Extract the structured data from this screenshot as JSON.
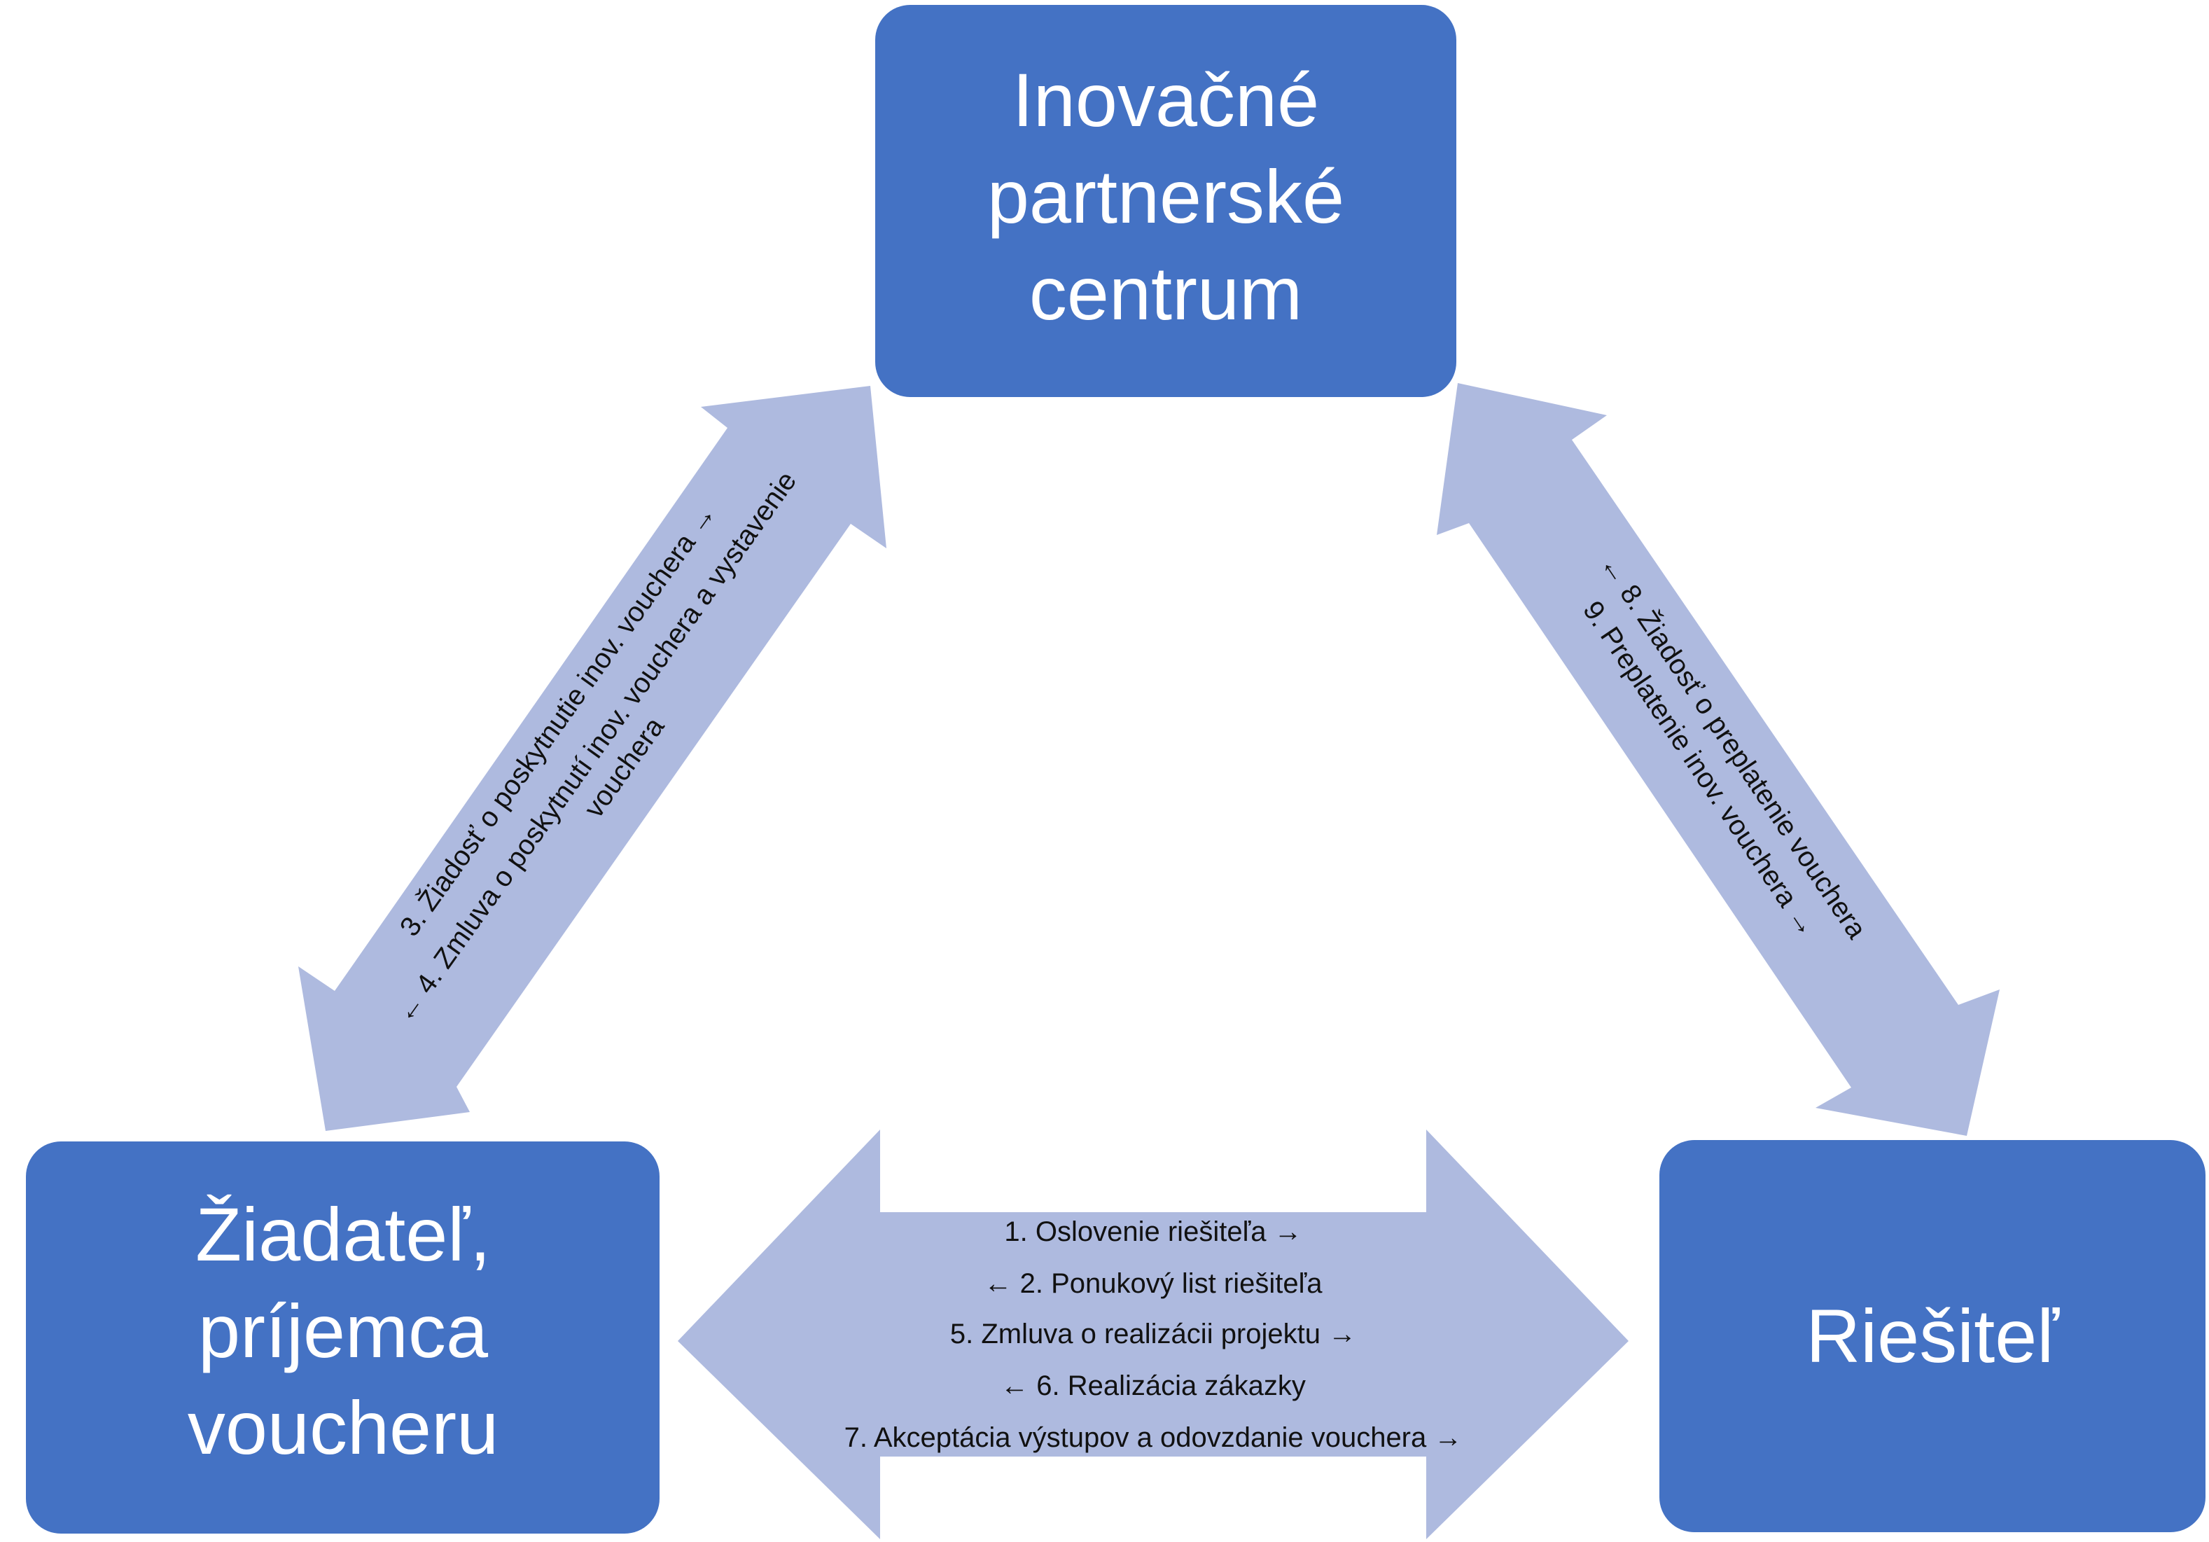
{
  "colors": {
    "box_fill": "#4472C4",
    "arrow_fill": "#AEBADF",
    "box_text": "#FFFFFF",
    "arrow_text": "#111111"
  },
  "nodes": {
    "top": {
      "lines": [
        "Inovačné",
        "partnerské",
        "centrum"
      ]
    },
    "left": {
      "lines": [
        "Žiadateľ,",
        "príjemca",
        "voucheru"
      ]
    },
    "right": {
      "lines": [
        "Riešiteľ"
      ]
    }
  },
  "arrows": {
    "left_diagonal": [
      "3. Žiadosť o poskytnutie inov. vouchera →",
      "← 4. Zmluva o poskytnutí inov. vouchera a vystavenie",
      "vouchera"
    ],
    "right_diagonal": [
      "← 8. Žiadosť o preplatenie vouchera",
      "9. Preplatenie inov. vouchera →"
    ],
    "bottom": [
      "1. Oslovenie riešiteľa →",
      "← 2. Ponukový list riešiteľa",
      "5. Zmluva o realizácii projektu →",
      "← 6. Realizácia zákazky",
      "7. Akceptácia výstupov a odovzdanie vouchera →"
    ]
  }
}
